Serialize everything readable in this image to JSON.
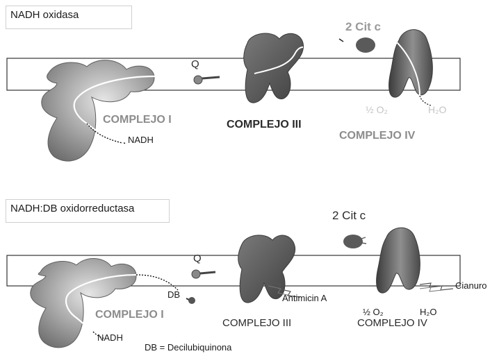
{
  "top_panel": {
    "title": "NADH oxidasa",
    "labels": {
      "q": "Q",
      "cit_c": "2 Cit c",
      "complejo_i": "COMPLEJO I",
      "complejo_iii": "COMPLEJO III",
      "complejo_iv": "COMPLEJO IV",
      "nadh": "NADH",
      "o2": "½ O₂",
      "h2o": "H₂O"
    }
  },
  "bottom_panel": {
    "title": "NADH:DB oxidorreductasa",
    "labels": {
      "q": "Q",
      "cit_c": "2 Cit c",
      "complejo_i": "COMPLEJO I",
      "complejo_iii": "COMPLEJO III",
      "complejo_iv": "COMPLEJO IV",
      "nadh": "NADH",
      "db": "DB",
      "antimicin": "Antimicin A",
      "cianuro": "Cianuro",
      "o2": "½ O₂",
      "h2o": "H₂O",
      "db_legend": "DB = Decilubiquinona"
    }
  },
  "colors": {
    "membrane_fill": "#ffffff",
    "membrane_stroke": "#333333",
    "protein_dark": "#4d4d4d",
    "protein_light": "#a9a9a9",
    "label_gray": "#8c8c8c",
    "label_dark": "#2a2a2a",
    "faded_text": "#c4c4c4"
  }
}
